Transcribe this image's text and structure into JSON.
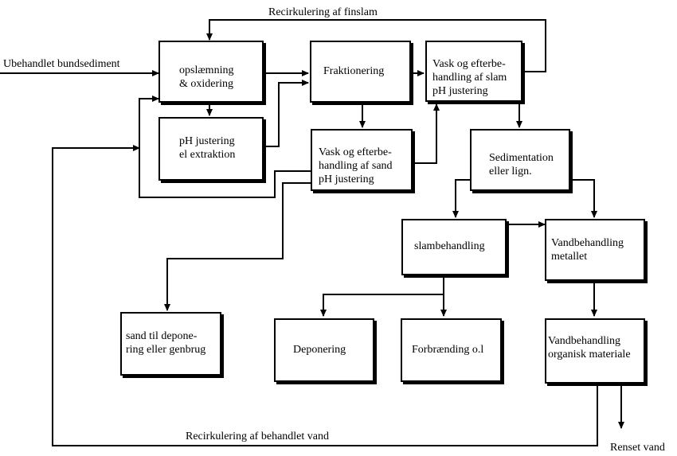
{
  "labels": {
    "top_recirc": "Recirkulering af finslam",
    "input": "Ubehandlet bundsediment",
    "bottom_recirc": "Recirkulering af behandlet vand",
    "output": "Renset vand"
  },
  "nodes": {
    "oplaemning": "opslæmning\n& oxidering",
    "fraktionering": "Fraktionering",
    "vask_slam": "Vask og efterbe-\nhandling af slam\npH justering",
    "ph_justering": "pH justering\nel extraktion",
    "vask_sand": "Vask og efterbe-\nhandling af sand\npH justering",
    "sedimentation": "Sedimentation\neller lign.",
    "slambehandling": "slambehandling",
    "vand_metallet": "Vandbehandling\nmetallet",
    "sand_depon": "sand til depone-\nring eller genbrug",
    "deponering": "Deponering",
    "forbraending": "Forbrænding o.l",
    "vand_organisk": "Vandbehandling\norganisk materiale"
  }
}
